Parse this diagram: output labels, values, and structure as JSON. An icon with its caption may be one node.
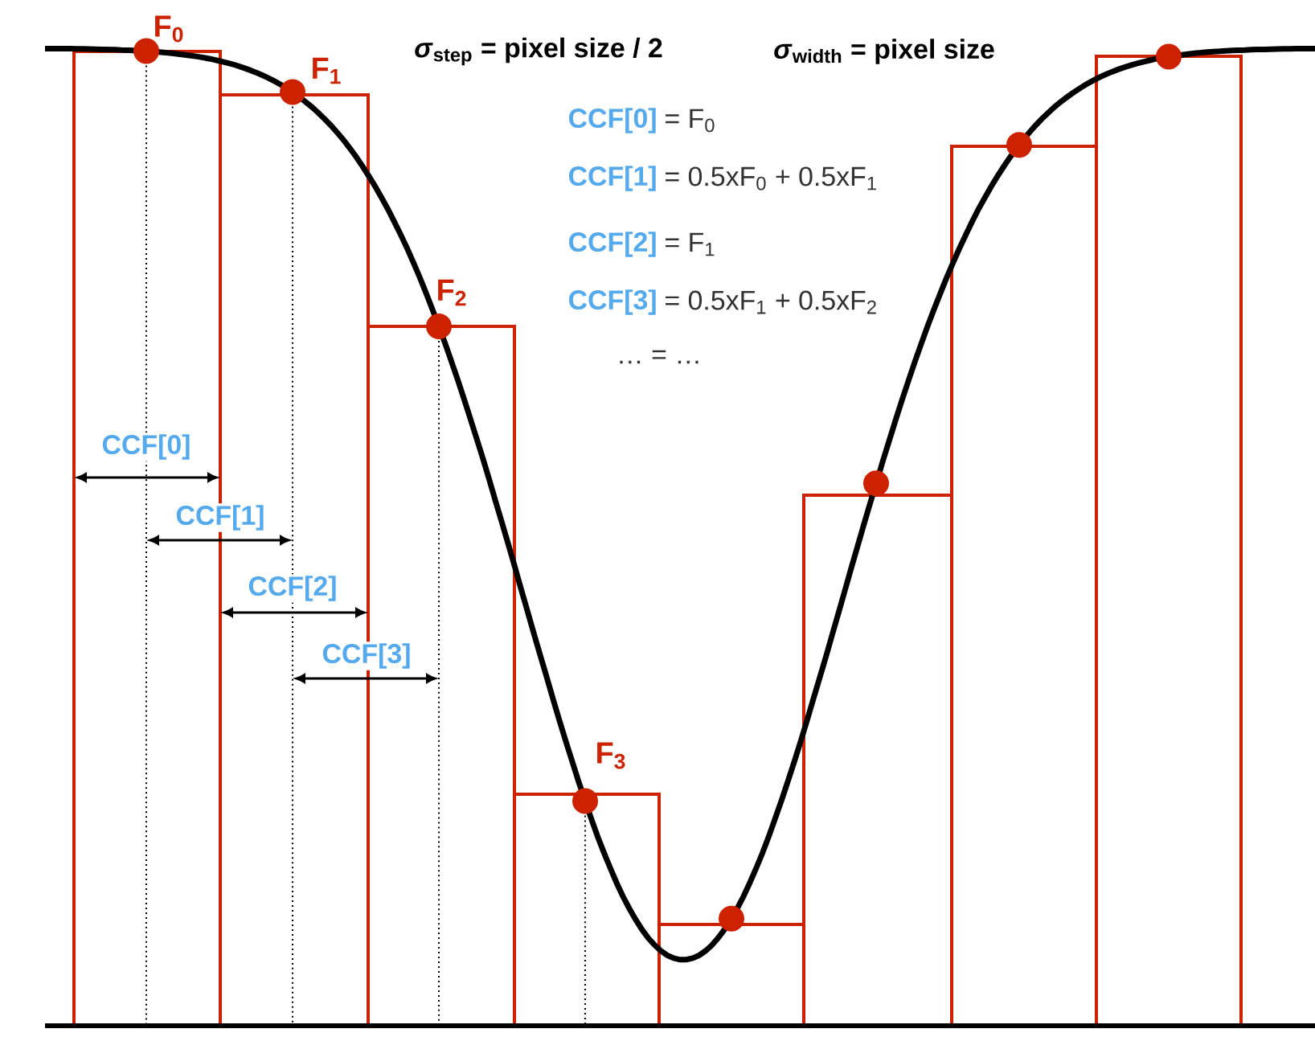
{
  "diagram": {
    "labels": [
      "F$_{0}$",
      "*σ*$_{step}$ = pixel size / 2",
      "*σ*$_{width}$ = pixel size",
      "F$_{1}$",
      "CCF[0]",
      "= F$_{0}$",
      "CCF[1]",
      "= 0.5xF$_{0}$ + 0.5xF$_{1}$",
      "CCF[2]",
      "= F$_{1}$",
      "F$_{2}$",
      "CCF[3]",
      "= 0.5xF$_{1}$ + 0.5xF$_{2}$",
      "… = …",
      "CCF[0]",
      "CCF[1]",
      "CCF[2]",
      "CCF[3]",
      "F$_{3}$"
    ]
  }
}
